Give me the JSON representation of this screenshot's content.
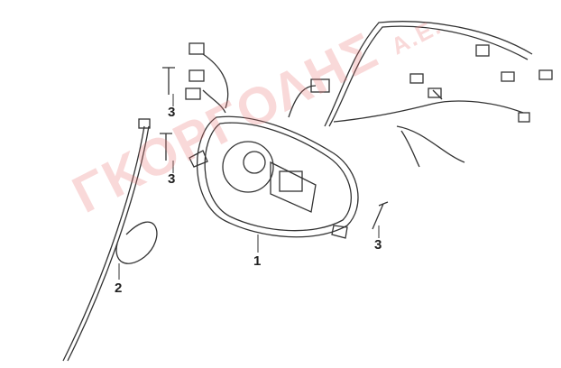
{
  "watermark": {
    "name": "ΓΚΟΡΓΟΛΗΣ",
    "suffix": "Α.Ε."
  },
  "callouts": {
    "meter_assy": "1",
    "speedometer_cable": "2",
    "screw_upper": "3",
    "screw_middle": "3",
    "screw_right": "3"
  }
}
